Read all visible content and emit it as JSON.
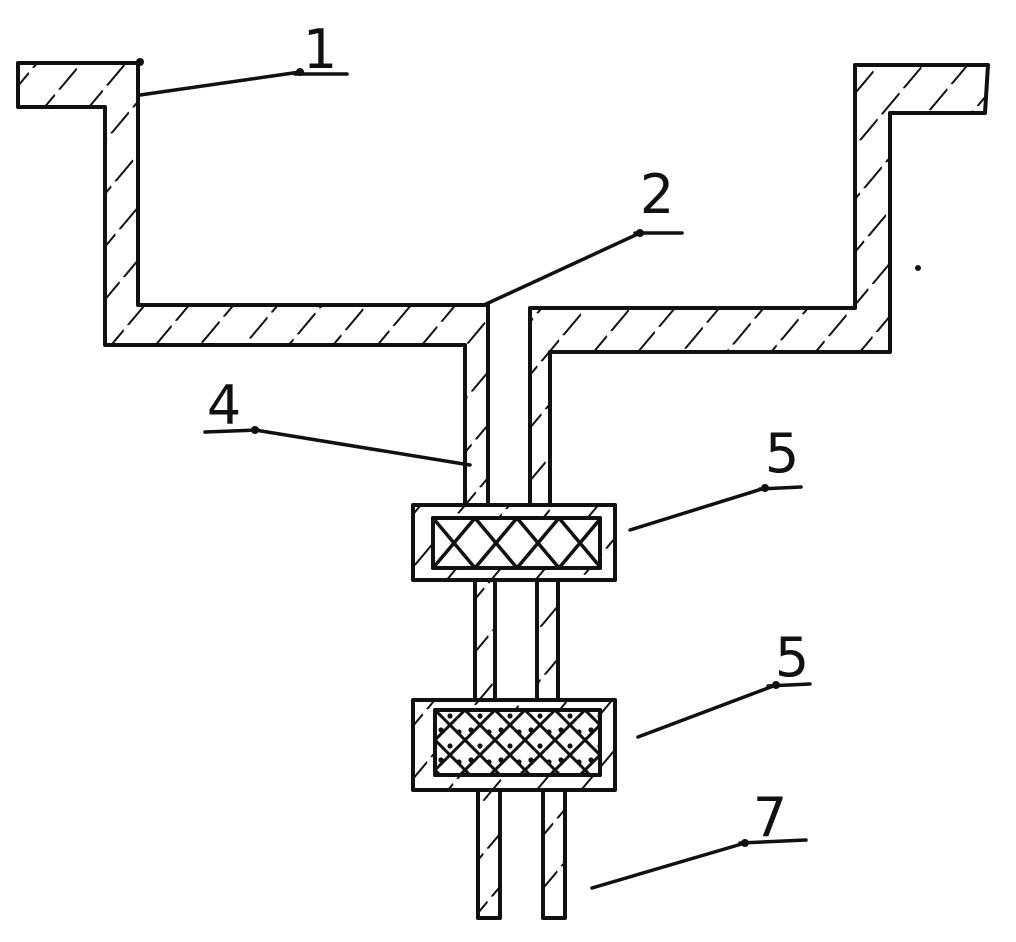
{
  "labels": {
    "part_1": "1",
    "part_2": "2",
    "part_4": "4",
    "part_5_upper": "5",
    "part_5_lower": "5",
    "part_7": "7"
  },
  "colors": {
    "ink": "#111111",
    "paper": "#ffffff"
  }
}
